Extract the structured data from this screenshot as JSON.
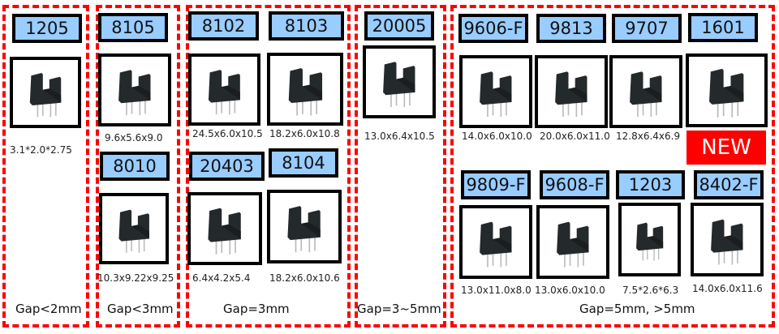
{
  "groups": [
    {
      "gap": "Gap<2mm"
    },
    {
      "gap": "Gap<3mm"
    },
    {
      "gap": "Gap=3mm"
    },
    {
      "gap": "Gap=3~5mm"
    },
    {
      "gap": "Gap=5mm, >5mm"
    }
  ],
  "products": [
    {
      "model": "1205",
      "dims": "3.1*2.0*2.75"
    },
    {
      "model": "8105",
      "dims": "9.6x5.6x9.0"
    },
    {
      "model": "8010",
      "dims": "10.3x9.22x9.25"
    },
    {
      "model": "8102",
      "dims": "24.5x6.0x10.5"
    },
    {
      "model": "8103",
      "dims": "18.2x6.0x10.8"
    },
    {
      "model": "20403",
      "dims": "6.4x4.2x5.4"
    },
    {
      "model": "8104",
      "dims": "18.2x6.0x10.6"
    },
    {
      "model": "20005",
      "dims": "13.0x6.4x10.5"
    },
    {
      "model": "9606-F",
      "dims": "14.0x6.0x10.0"
    },
    {
      "model": "9813",
      "dims": "20.0x6.0x11.0"
    },
    {
      "model": "9707",
      "dims": "12.8x6.4x6.9"
    },
    {
      "model": "1601",
      "dims": ""
    },
    {
      "model": "9809-F",
      "dims": "13.0x11.0x8.0"
    },
    {
      "model": "9608-F",
      "dims": "13.0x6.0x10.0"
    },
    {
      "model": "1203",
      "dims": "7.5*2.6*6.3"
    },
    {
      "model": "8402-F",
      "dims": "14.0x6.0x11.6"
    }
  ],
  "badge_new": "NEW"
}
